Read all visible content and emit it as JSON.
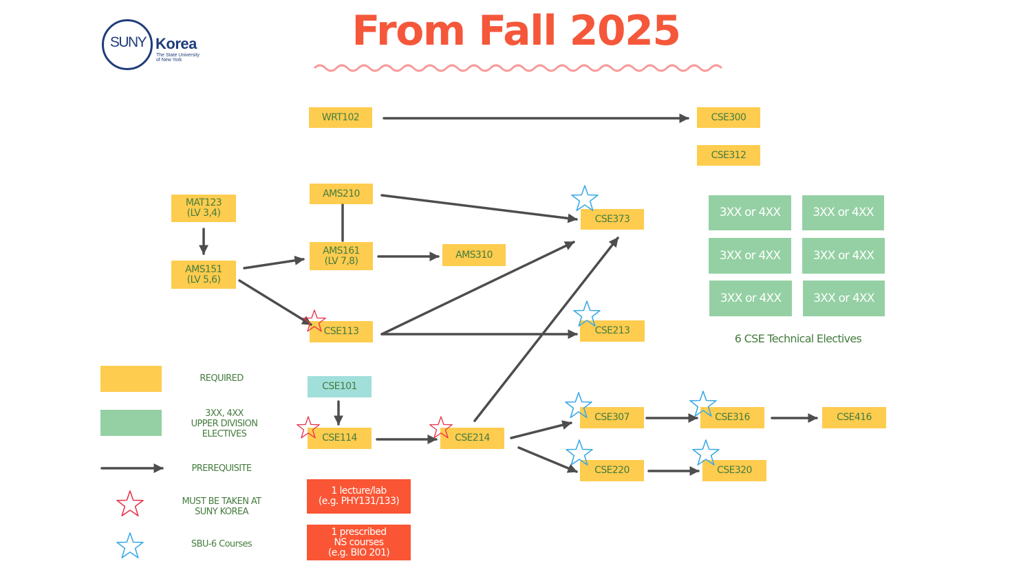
{
  "title": "From Fall 2025",
  "logo": {
    "suny": "SUNY",
    "korea": "Korea",
    "sub_line1": "The State University",
    "sub_line2": "of New York"
  },
  "courses": {
    "wrt102": "WRT102",
    "cse300": "CSE300",
    "cse312": "CSE312",
    "ams210": "AMS210",
    "mat123_line1": "MAT123",
    "mat123_line2": "(LV 3,4)",
    "ams151_line1": "AMS151",
    "ams151_line2": "(LV 5,6)",
    "ams161_line1": "AMS161",
    "ams161_line2": "(LV 7,8)",
    "ams310": "AMS310",
    "cse373": "CSE373",
    "cse113": "CSE113",
    "cse213": "CSE213",
    "cse101": "CSE101",
    "cse114": "CSE114",
    "cse214": "CSE214",
    "cse307": "CSE307",
    "cse316": "CSE316",
    "cse416": "CSE416",
    "cse220": "CSE220",
    "cse320": "CSE320"
  },
  "electives": [
    "3XX or 4XX",
    "3XX or 4XX",
    "3XX or 4XX",
    "3XX or 4XX",
    "3XX or 4XX",
    "3XX or 4XX"
  ],
  "electives_caption": "6 CSE Technical Electives",
  "science": {
    "lecture_line1": "1 lecture/lab",
    "lecture_line2": "(e.g. PHY131/133)",
    "ns_line1": "1 prescribed",
    "ns_line2": "NS courses",
    "ns_line3": "(e.g. BIO 201)"
  },
  "legend": {
    "required": "REQUIRED",
    "electives_line1": "3XX, 4XX",
    "electives_line2": "UPPER DIVISION",
    "electives_line3": "ELECTIVES",
    "prerequisite": "PREREQUISITE",
    "korea_line1": "MUST BE TAKEN AT",
    "korea_line2": "SUNY KOREA",
    "sbu6": "SBU-6 Courses"
  },
  "colors": {
    "required": "#fecc4e",
    "electives": "#94d0a3",
    "intro": "#a1dfdb",
    "science": "#fa5534",
    "text_green": "#447c3e",
    "title_red": "#f5573a",
    "arrow": "#4d4d4d",
    "star_red": "#e8354c",
    "star_blue": "#3ba9e6",
    "logo_navy": "#1f3c7a"
  }
}
